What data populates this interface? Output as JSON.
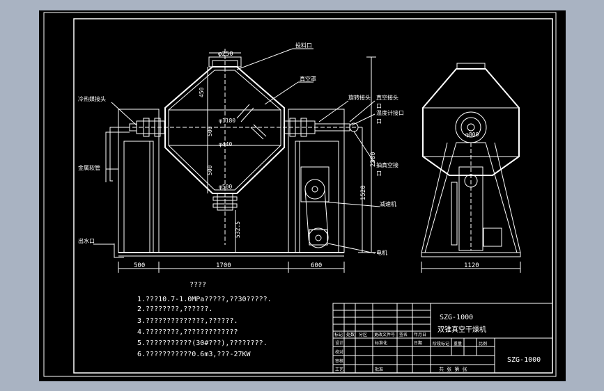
{
  "drawing": {
    "dims": {
      "top_flange": "φ250",
      "upper_height": "450",
      "mid_diameter": "φ1180",
      "mid_height_1": "500",
      "inner_pipe": "φ440",
      "mid_height_2": "500",
      "bottom_flange": "φ500",
      "bottom_height": "532.5",
      "left_width": "500",
      "main_width": "1700",
      "right_width": "600",
      "total_height": "2380",
      "side_height": "1520",
      "end_width": "1120",
      "end_pulley": "φ800"
    },
    "labels": {
      "label_1": "投料口",
      "label_2": "真空罩",
      "label_3": "冷热媒接头",
      "label_4": "旋转接头",
      "label_5": "真空接头",
      "label_5b": "口",
      "label_6": "温度计接口",
      "label_6b": "口",
      "label_7": "抽真空接",
      "label_7b": "口",
      "label_8": "金属软管",
      "label_9": "减速机",
      "label_10": "出水口",
      "label_11": "电机"
    }
  },
  "notes": {
    "title": "????",
    "lines": [
      "1.???10.7-1.0MPa?????,??30?????.",
      "2.????????,??????.",
      "3.??????????????,??????.",
      "4.????????,?????????????",
      "5.???????????(30#???),????????.",
      "6.???????????0.6m3,???-27KW"
    ]
  },
  "title_block": {
    "model_1": "SZG-1000",
    "product_name": "双锥真空干燥机",
    "model_2": "SZG-1000",
    "header_row": [
      "标记",
      "处数",
      "分区",
      "更改文件号",
      "签名",
      "年月日"
    ],
    "row_labels": [
      "设计",
      "校对",
      "审核",
      "工艺"
    ],
    "cell_std": "标准化",
    "cell_approve": "批准",
    "cell_date": "日期",
    "right_header": [
      "阶段标记",
      "重量",
      "比例"
    ],
    "sheet_text": "共  张 第  张"
  }
}
